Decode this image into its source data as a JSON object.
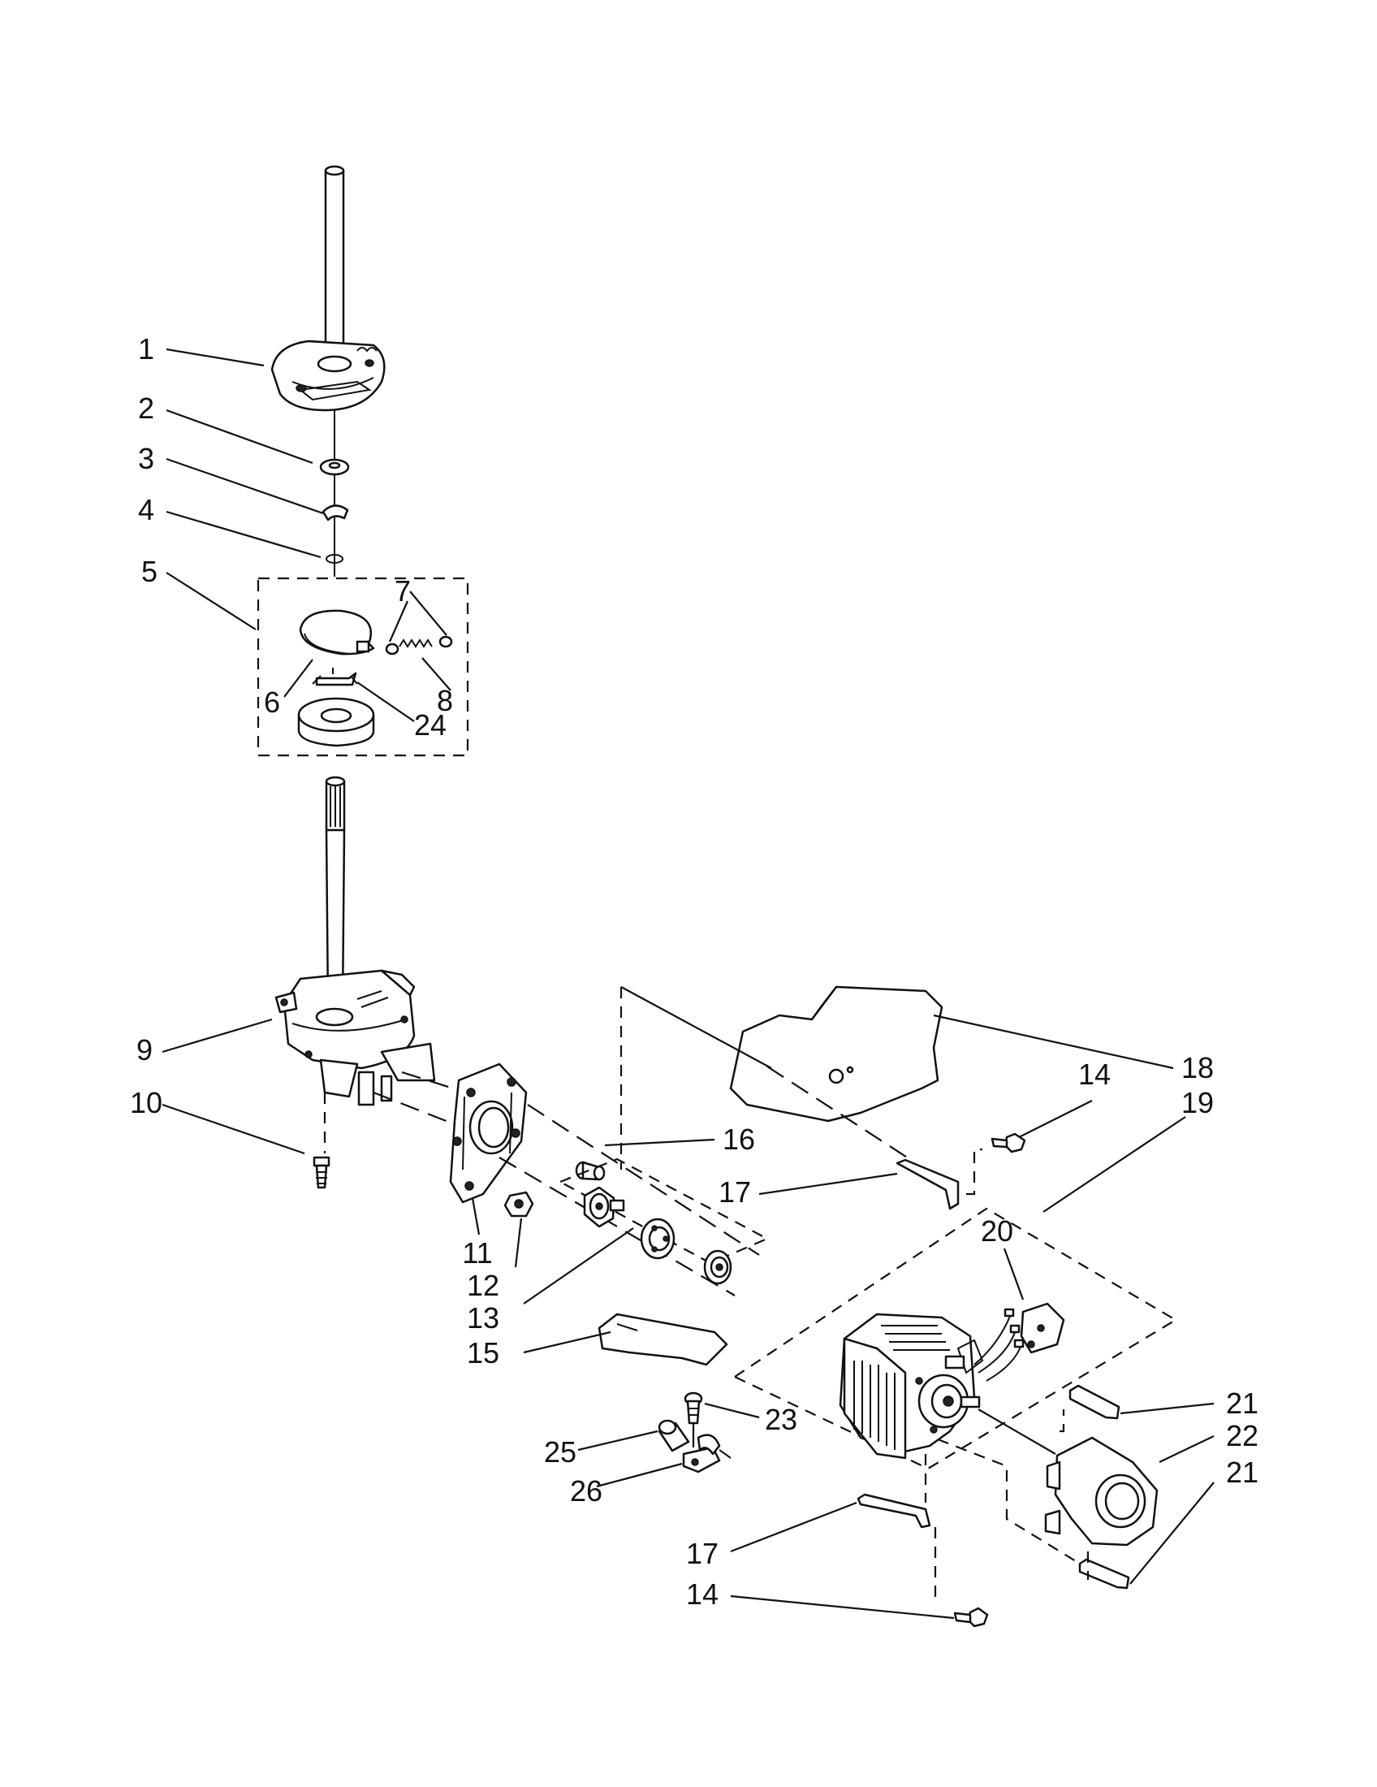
{
  "labels": [
    {
      "id": "callout-1",
      "text": "1"
    },
    {
      "id": "callout-2",
      "text": "2"
    },
    {
      "id": "callout-3",
      "text": "3"
    },
    {
      "id": "callout-4",
      "text": "4"
    },
    {
      "id": "callout-5",
      "text": "5"
    },
    {
      "id": "callout-6",
      "text": "6"
    },
    {
      "id": "callout-7",
      "text": "7"
    },
    {
      "id": "callout-8",
      "text": "8"
    },
    {
      "id": "callout-24a",
      "text": "24"
    },
    {
      "id": "callout-9",
      "text": "9"
    },
    {
      "id": "callout-10",
      "text": "10"
    },
    {
      "id": "callout-11",
      "text": "11"
    },
    {
      "id": "callout-12",
      "text": "12"
    },
    {
      "id": "callout-13",
      "text": "13"
    },
    {
      "id": "callout-15",
      "text": "15"
    },
    {
      "id": "callout-16",
      "text": "16"
    },
    {
      "id": "callout-17a",
      "text": "17"
    },
    {
      "id": "callout-18",
      "text": "18"
    },
    {
      "id": "callout-14a",
      "text": "14"
    },
    {
      "id": "callout-19",
      "text": "19"
    },
    {
      "id": "callout-20",
      "text": "20"
    },
    {
      "id": "callout-21a",
      "text": "21"
    },
    {
      "id": "callout-22",
      "text": "22"
    },
    {
      "id": "callout-21b",
      "text": "21"
    },
    {
      "id": "callout-23",
      "text": "23"
    },
    {
      "id": "callout-25",
      "text": "25"
    },
    {
      "id": "callout-26",
      "text": "26"
    },
    {
      "id": "callout-17b",
      "text": "17"
    },
    {
      "id": "callout-14b",
      "text": "14"
    }
  ]
}
